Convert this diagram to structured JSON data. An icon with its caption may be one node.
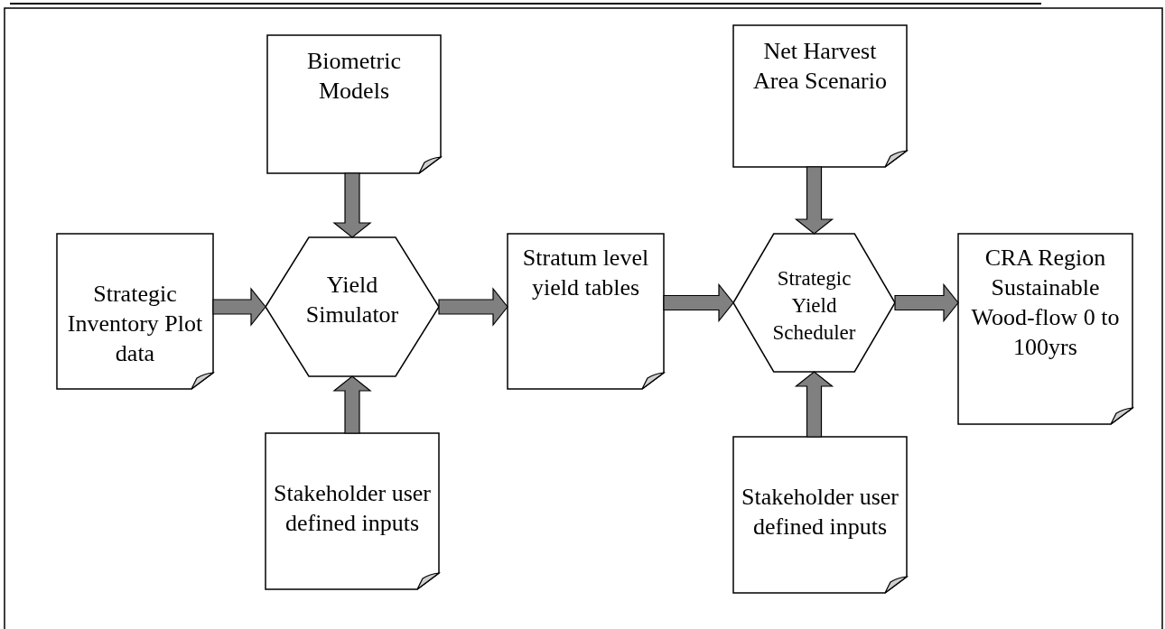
{
  "diagram": {
    "nodes": [
      {
        "text": [
          "Biometric Models"
        ]
      },
      {
        "text": [
          "Strategic Inventory Plot data"
        ]
      },
      {
        "text": [
          "Yield Simulator"
        ]
      },
      {
        "text": [
          "Stakeholder user defined inputs"
        ]
      },
      {
        "text": [
          "Stratum level yield tables"
        ]
      },
      {
        "text": [
          "Net Harvest Area Scenario"
        ]
      },
      {
        "text": [
          "Strategic Yield Scheduler"
        ]
      },
      {
        "text": [
          "Stakeholder user defined inputs"
        ]
      },
      {
        "text": [
          "CRA Region Sustainable Wood-flow 0 to 100yrs"
        ]
      }
    ],
    "edges": [
      {
        "from": 1,
        "to": 2,
        "arrow": "to"
      },
      {
        "from": 0,
        "to": 2,
        "arrow": "to"
      },
      {
        "from": 3,
        "to": 2,
        "arrow": "to"
      },
      {
        "from": 2,
        "to": 4,
        "arrow": "to"
      },
      {
        "from": 4,
        "to": 6,
        "arrow": "to"
      },
      {
        "from": 5,
        "to": 6,
        "arrow": "to"
      },
      {
        "from": 7,
        "to": 6,
        "arrow": "to"
      },
      {
        "from": 6,
        "to": 8,
        "arrow": "to"
      }
    ]
  }
}
